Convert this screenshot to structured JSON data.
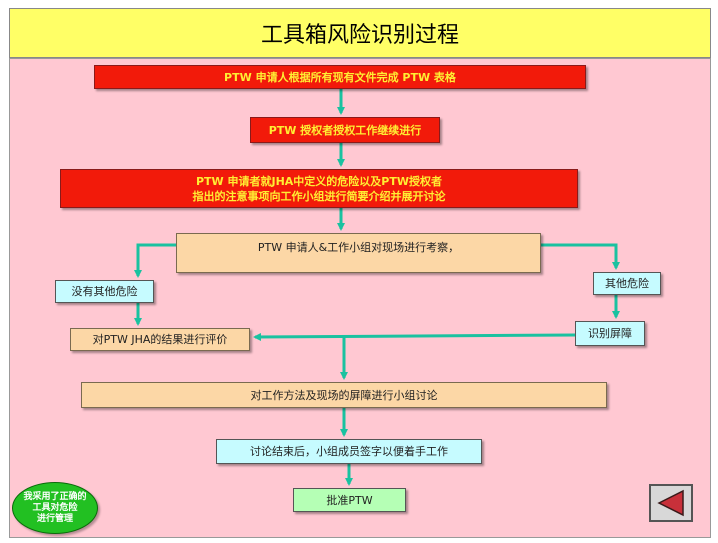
{
  "title": "工具箱风险识别过程",
  "steps": {
    "step1": "PTW 申请人根据所有现有文件完成 PTW 表格",
    "step2": "PTW 授权者授权工作继续进行",
    "step3_line1": "PTW 申请者就JHA中定义的危险以及PTW授权者",
    "step3_line2": "指出的注意事项向工作小组进行简要介绍并展开讨论",
    "step4": "PTW 申请人&工作小组对现场进行考察，",
    "branch_no": "没有其他危险",
    "branch_yes": "其他危险",
    "identify_barriers": "识别屏障",
    "evaluate": "对PTW JHA的结果进行评价",
    "discuss": "对工作方法及现场的屏障进行小组讨论",
    "sign": "讨论结束后，小组成员签字以便着手工作",
    "approve": "批准PTW"
  },
  "logo": {
    "line1": "我采用了正确的",
    "line2": "工具对危险",
    "line3": "进行管理"
  },
  "colors": {
    "title_bg": "#ffff66",
    "panel_bg": "#ffc8d2",
    "red_box": "#f21a0a",
    "red_box_text": "#ffee33",
    "tan_box": "#fcd7a6",
    "cyan_box": "#c6fbff",
    "green_box": "#b5ffb5",
    "arrow": "#19c2a0",
    "logo": "#22c022"
  },
  "icons": {
    "back": "back-triangle-icon"
  }
}
